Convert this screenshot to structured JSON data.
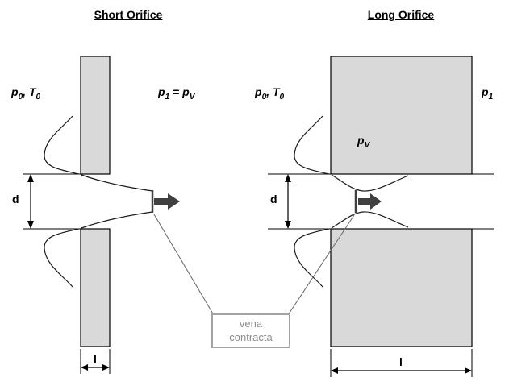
{
  "diagram": {
    "short": {
      "title": "Short Orifice",
      "upstream_label": [
        {
          "t": "p"
        },
        {
          "t": "0",
          "sub": true
        },
        {
          "t": ", "
        },
        {
          "t": "T"
        },
        {
          "t": "0",
          "sub": true
        }
      ],
      "downstream_label": [
        {
          "t": "p"
        },
        {
          "t": "1",
          "sub": true
        },
        {
          "t": " = "
        },
        {
          "t": "p"
        },
        {
          "t": "V",
          "sub": true
        }
      ],
      "diameter_label": "d",
      "length_label": "l"
    },
    "long": {
      "title": "Long Orifice",
      "upstream_label": [
        {
          "t": "p"
        },
        {
          "t": "0",
          "sub": true
        },
        {
          "t": ", "
        },
        {
          "t": "T"
        },
        {
          "t": "0",
          "sub": true
        }
      ],
      "vena_pressure_label": [
        {
          "t": "p"
        },
        {
          "t": "V",
          "sub": true
        }
      ],
      "downstream_label": [
        {
          "t": "p"
        },
        {
          "t": "1",
          "sub": true
        }
      ],
      "diameter_label": "d",
      "length_label": "l"
    },
    "annotation": {
      "line1": "vena",
      "line2": "contracta"
    }
  },
  "colors": {
    "background": "#ffffff",
    "plate_fill": "#d9d9d9",
    "plate_stroke": "#000000",
    "flow_line": "#1a1a1a",
    "arrow_fill": "#404040",
    "annotation_border": "#a3a3a3",
    "annotation_text": "#8c8c8c",
    "leader_line": "#666666"
  }
}
